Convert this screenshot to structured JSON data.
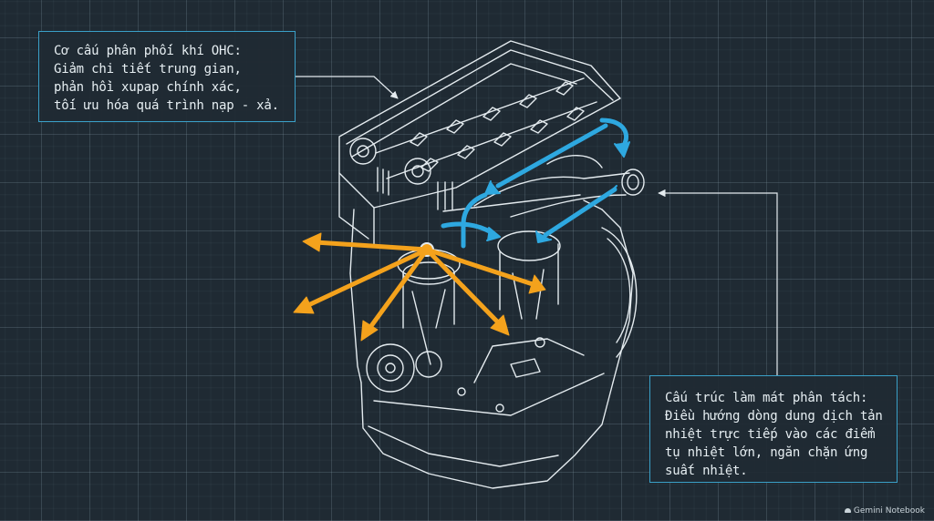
{
  "callouts": {
    "ohc": {
      "lines": [
        "Cơ cấu phân phối khí OHC:",
        "Giảm chi tiết trung gian,",
        "phản hồi xupap chính xác,",
        "tối ưu hóa quá trình nạp - xả."
      ]
    },
    "cooling": {
      "lines": [
        "Cấu trúc làm mát phân tách:",
        "Điều hướng dòng dung dịch tản",
        "nhiệt trực tiếp vào các điểm",
        "tụ nhiệt lớn, ngăn chặn ứng",
        "suất nhiệt."
      ]
    }
  },
  "watermark": "Gemini Notebook",
  "colors": {
    "background": "#1f2a33",
    "line_art": "#e4ebef",
    "coolant_arrows": "#2ea8e0",
    "heat_arrows": "#f4a21c",
    "callout_border": "#3aa0c8"
  }
}
